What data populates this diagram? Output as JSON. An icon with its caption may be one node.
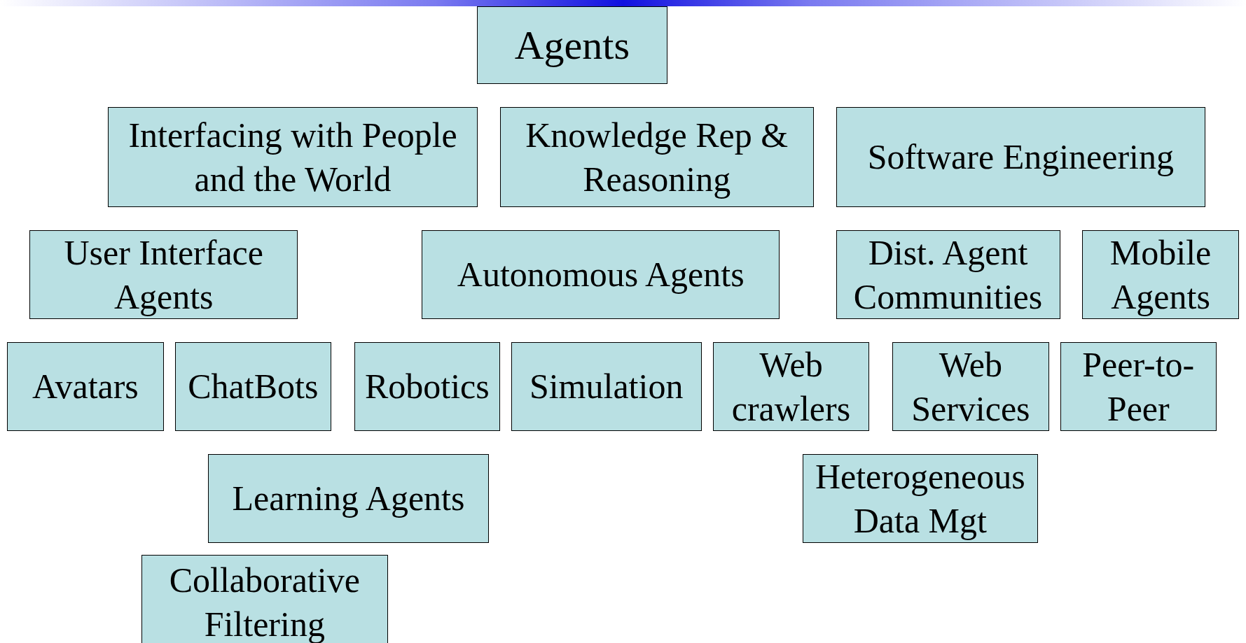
{
  "diagram": {
    "nodes": [
      {
        "text": [
          "Agents"
        ]
      },
      {
        "text": [
          "Interfacing with People and the World"
        ]
      },
      {
        "text": [
          "Knowledge Rep & Reasoning"
        ]
      },
      {
        "text": [
          "Software Engineering"
        ]
      },
      {
        "text": [
          "User Interface Agents"
        ]
      },
      {
        "text": [
          "Autonomous Agents"
        ]
      },
      {
        "text": [
          "Dist. Agent Communities"
        ]
      },
      {
        "text": [
          "Mobile Agents"
        ]
      },
      {
        "text": [
          "Avatars"
        ]
      },
      {
        "text": [
          "ChatBots"
        ]
      },
      {
        "text": [
          "Robotics"
        ]
      },
      {
        "text": [
          "Simulation"
        ]
      },
      {
        "text": [
          "Web crawlers"
        ]
      },
      {
        "text": [
          "Web Services"
        ]
      },
      {
        "text": [
          "Peer-to-Peer"
        ]
      },
      {
        "text": [
          "Learning Agents"
        ]
      },
      {
        "text": [
          "Heterogeneous Data Mgt"
        ]
      },
      {
        "text": [
          "Collaborative Filtering"
        ]
      }
    ],
    "edges": []
  }
}
